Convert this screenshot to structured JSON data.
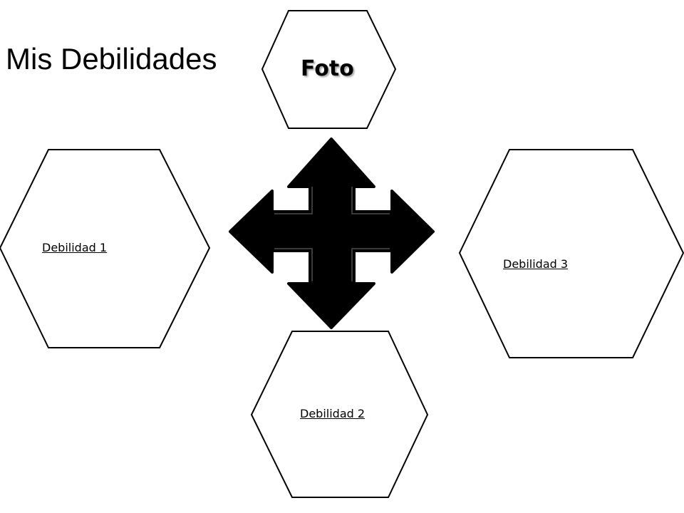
{
  "title": "Mis Debilidades",
  "photo_label": "Foto",
  "weaknesses": [
    {
      "label": "Debilidad 1"
    },
    {
      "label": "Debilidad 2"
    },
    {
      "label": "Debilidad 3"
    }
  ],
  "colors": {
    "outline": "#000000",
    "arrow_fill": "#000000",
    "background": "#ffffff"
  },
  "icons": {
    "center": "four-way-arrow-icon"
  }
}
